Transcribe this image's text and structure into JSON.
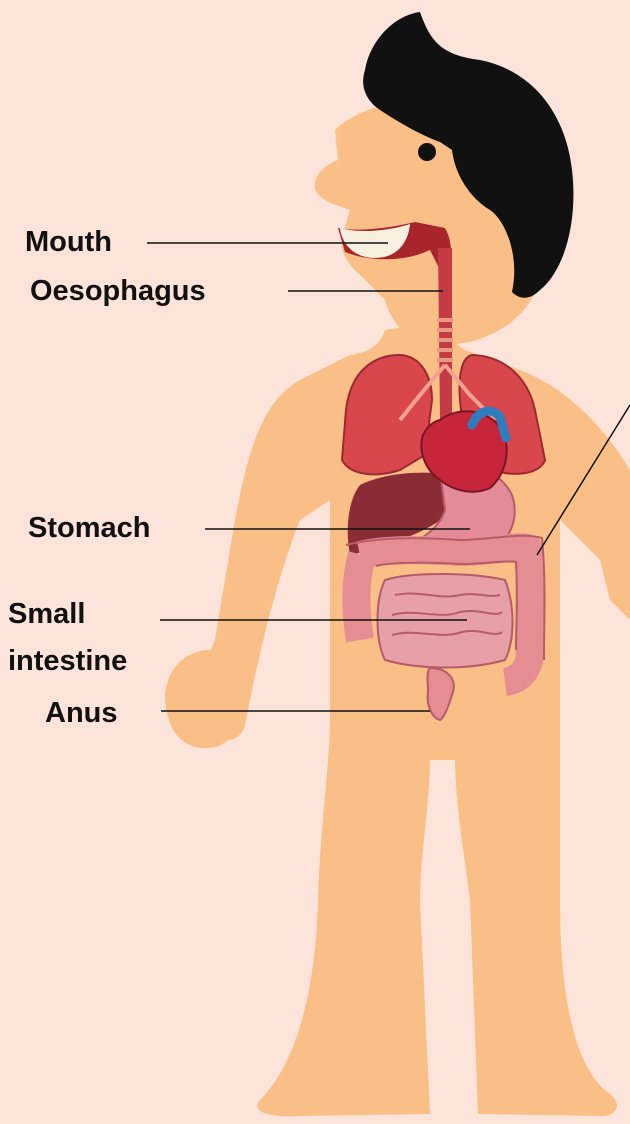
{
  "labels": {
    "mouth": "Mouth",
    "oesophagus": "Oesophagus",
    "stomach": "Stomach",
    "small_intestine_line1": "Small",
    "small_intestine_line2": "intestine",
    "anus": "Anus"
  },
  "colors": {
    "background": "#fde4da",
    "skin": "#f9bf87",
    "hair": "#111111",
    "lungs": "#d9474d",
    "heart": "#c7263a",
    "liver": "#8a2c36",
    "stomach": "#e48b9a",
    "intestine": "#e48d93",
    "leader_line": "#111111"
  },
  "icons": [
    "human-body-figure",
    "lungs-icon",
    "heart-icon",
    "liver-icon",
    "stomach-icon",
    "intestine-icon"
  ]
}
